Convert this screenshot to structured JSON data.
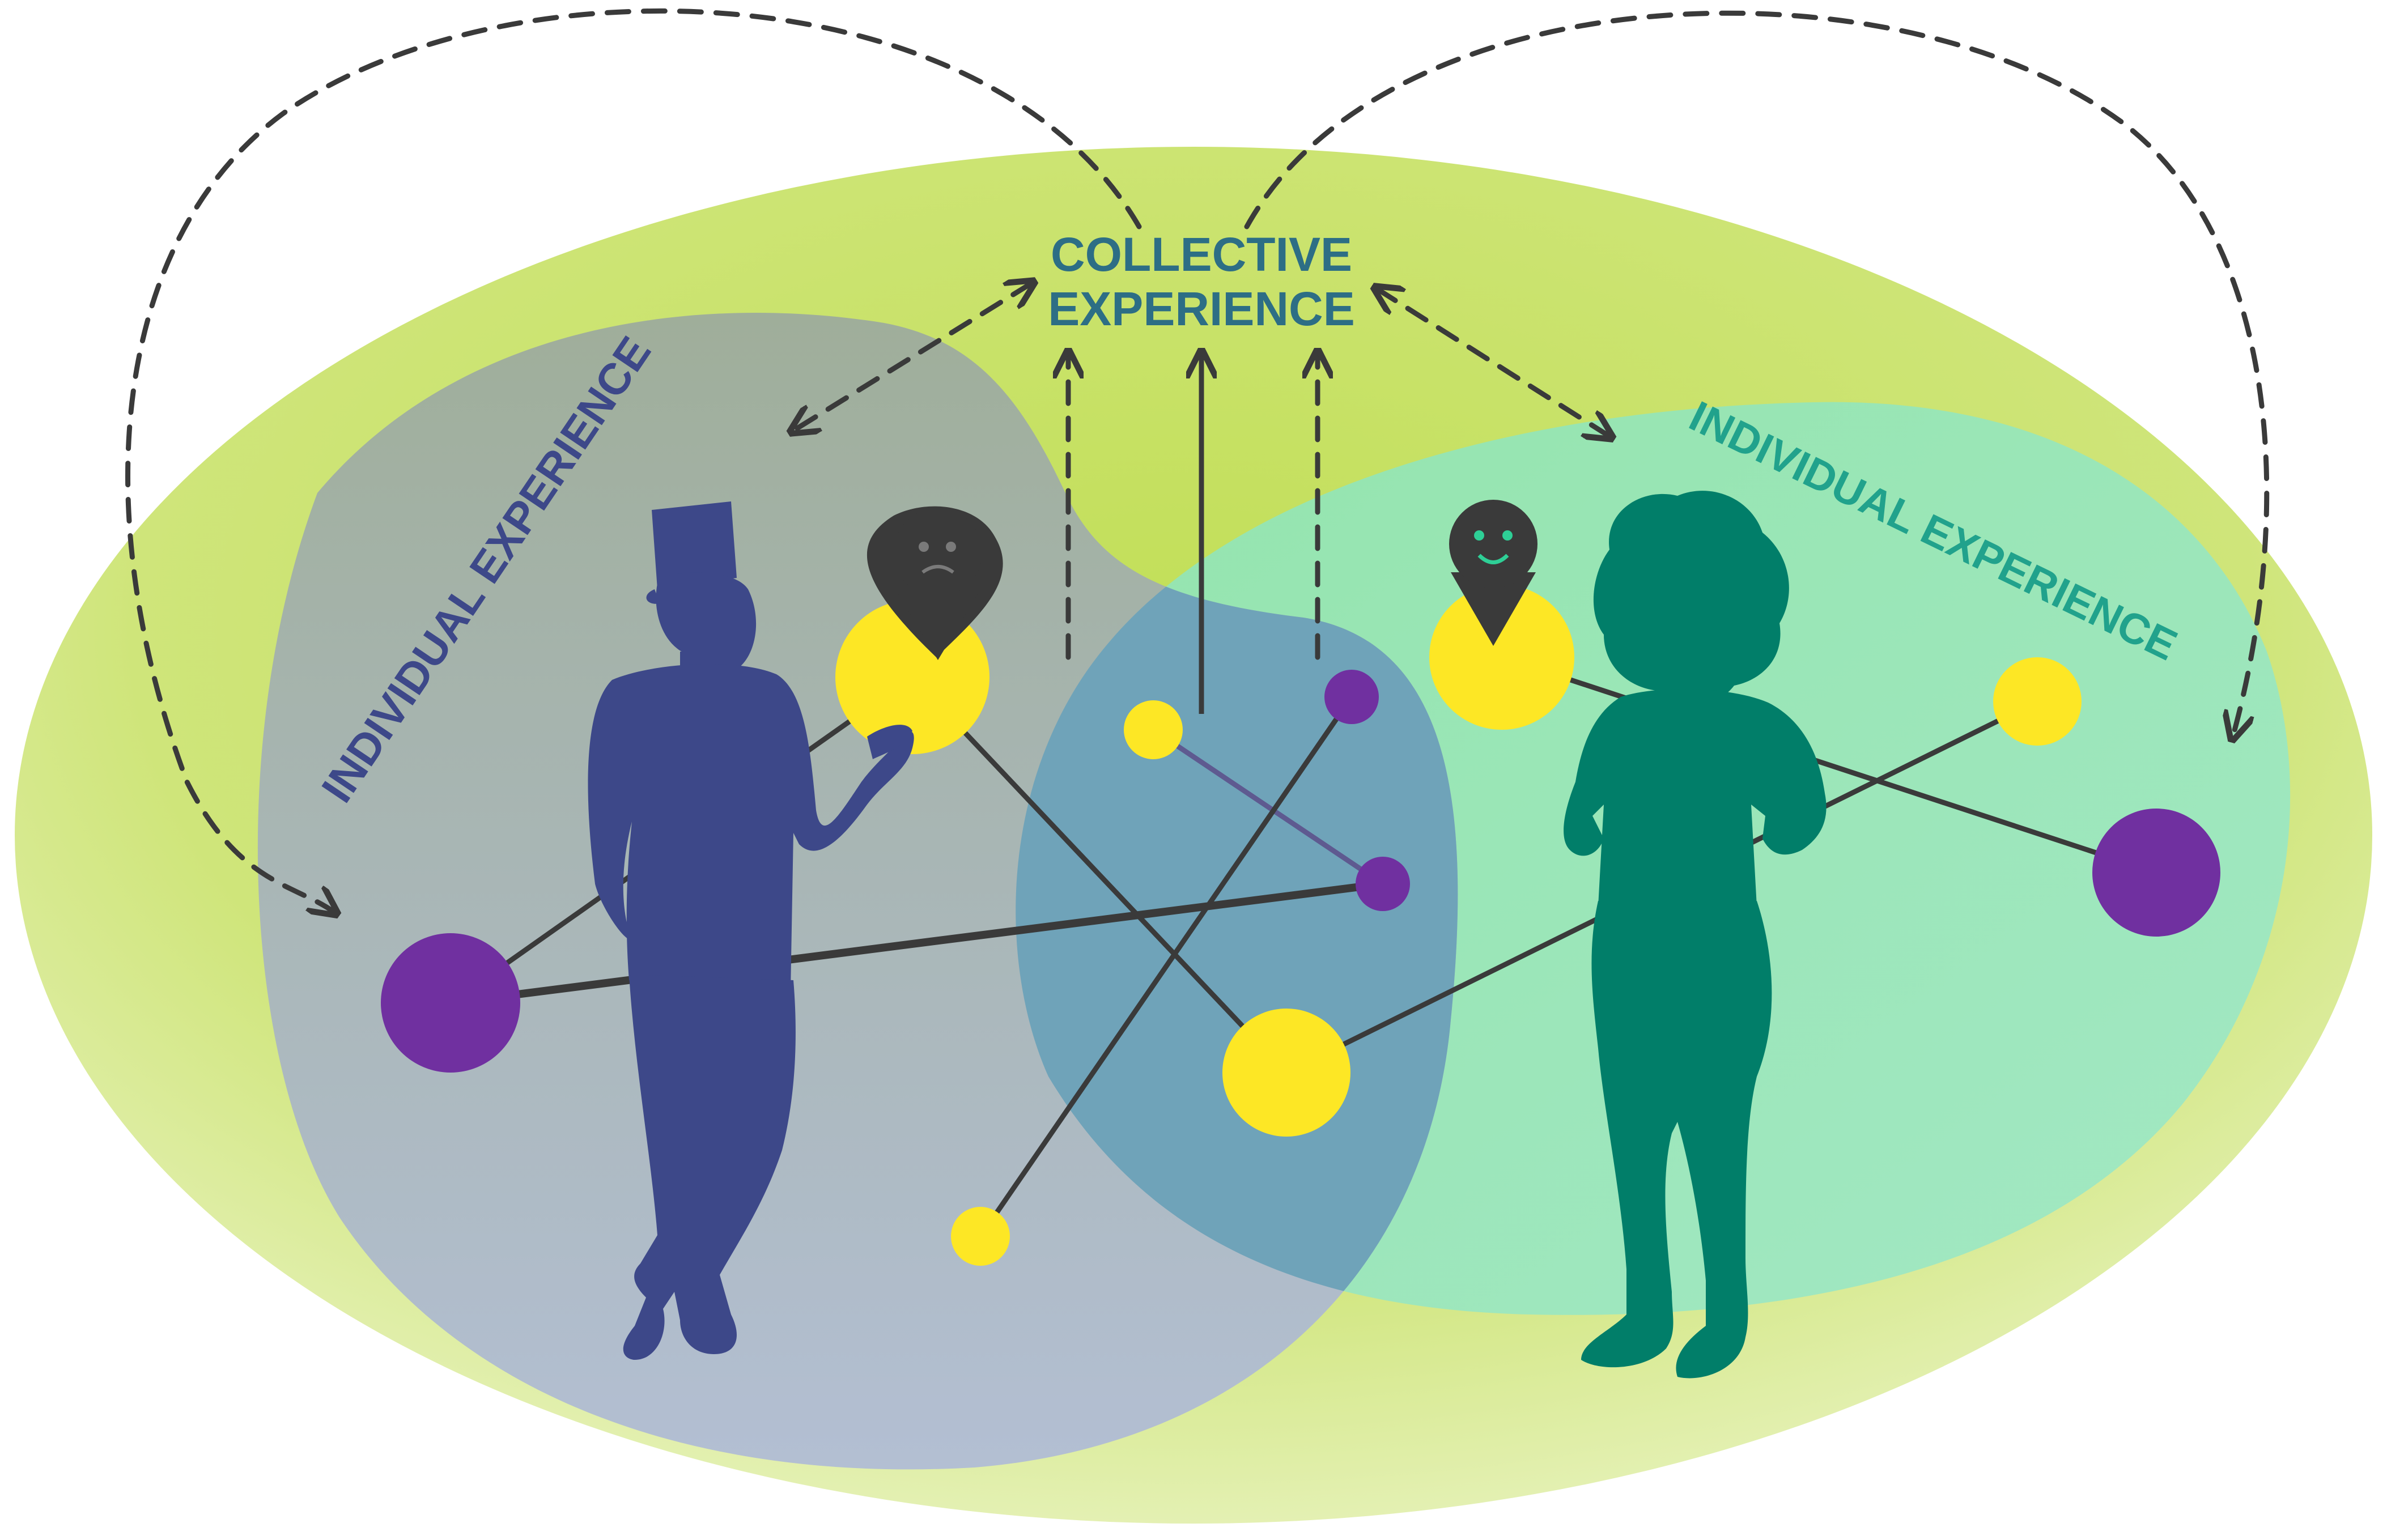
{
  "labels": {
    "collective_line1": "COLLECTIVE",
    "collective_line2": "EXPERIENCE",
    "individual_left": "INDIVIDUAL EXPERIENCE",
    "individual_right": "INDIVIDUAL EXPERIENCE"
  },
  "colors": {
    "outer_ellipse": "#c6e15f",
    "outer_ellipse_light": "#eef6cf",
    "left_region": "#a7b3c6",
    "right_region": "#9ce6b6",
    "overlap": "#6fa3b9",
    "person_left": "#3d4889",
    "person_right": "#017e69",
    "node_yellow": "#fde725",
    "node_purple": "#7030a0",
    "line": "#3a3a3a",
    "collective_text": "#2d6e85",
    "individual_left_text": "#3d4889",
    "individual_right_text": "#21a28c"
  },
  "icons": {
    "pin_left": "sad-face-pin-icon",
    "pin_right": "happy-face-pin-icon"
  }
}
